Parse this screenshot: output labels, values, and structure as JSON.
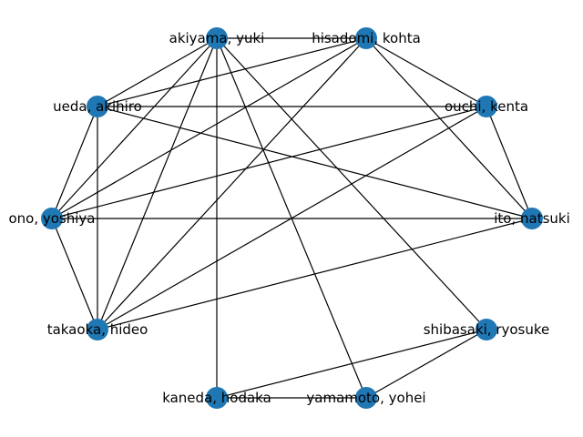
{
  "graph": {
    "node_color": "#1f77b4",
    "edge_color": "#000000",
    "nodes": [
      {
        "id": "akiyama",
        "label": "akiyama, yuki"
      },
      {
        "id": "hisadomi",
        "label": "hisadomi, kohta"
      },
      {
        "id": "ueda",
        "label": "ueda, akihiro"
      },
      {
        "id": "ouchi",
        "label": "ouchi, kenta"
      },
      {
        "id": "ono",
        "label": "ono, yoshiya"
      },
      {
        "id": "ito",
        "label": "ito, natsuki"
      },
      {
        "id": "takaoka",
        "label": "takaoka, hideo"
      },
      {
        "id": "shibasaki",
        "label": "shibasaki, ryosuke"
      },
      {
        "id": "kaneda",
        "label": "kaneda, hodaka"
      },
      {
        "id": "yamamoto",
        "label": "yamamoto, yohei"
      }
    ],
    "edges": [
      [
        "akiyama",
        "hisadomi"
      ],
      [
        "akiyama",
        "ueda"
      ],
      [
        "akiyama",
        "ono"
      ],
      [
        "akiyama",
        "takaoka"
      ],
      [
        "akiyama",
        "kaneda"
      ],
      [
        "akiyama",
        "yamamoto"
      ],
      [
        "akiyama",
        "shibasaki"
      ],
      [
        "hisadomi",
        "ueda"
      ],
      [
        "hisadomi",
        "ouchi"
      ],
      [
        "hisadomi",
        "ono"
      ],
      [
        "hisadomi",
        "takaoka"
      ],
      [
        "hisadomi",
        "ito"
      ],
      [
        "ueda",
        "ouchi"
      ],
      [
        "ueda",
        "ono"
      ],
      [
        "ueda",
        "takaoka"
      ],
      [
        "ueda",
        "ito"
      ],
      [
        "ouchi",
        "ito"
      ],
      [
        "ouchi",
        "ono"
      ],
      [
        "ouchi",
        "takaoka"
      ],
      [
        "ono",
        "ito"
      ],
      [
        "ono",
        "takaoka"
      ],
      [
        "takaoka",
        "ito"
      ],
      [
        "shibasaki",
        "kaneda"
      ],
      [
        "shibasaki",
        "yamamoto"
      ],
      [
        "kaneda",
        "yamamoto"
      ]
    ]
  }
}
